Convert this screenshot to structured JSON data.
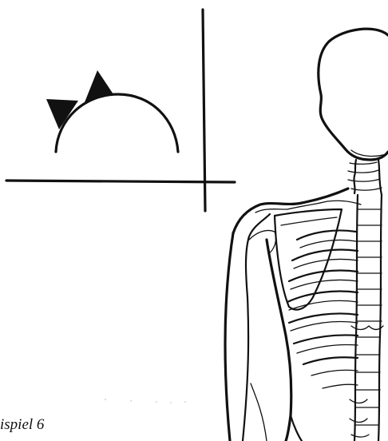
{
  "caption": "ispiel 6",
  "colors": {
    "ink": "#111111",
    "paper": "#ffffff"
  },
  "icons": {
    "arc_symbol": "semicircle-with-two-spikes",
    "crosshair": "quadrant-cross",
    "figure": "upper-body-skeleton-back-view"
  }
}
